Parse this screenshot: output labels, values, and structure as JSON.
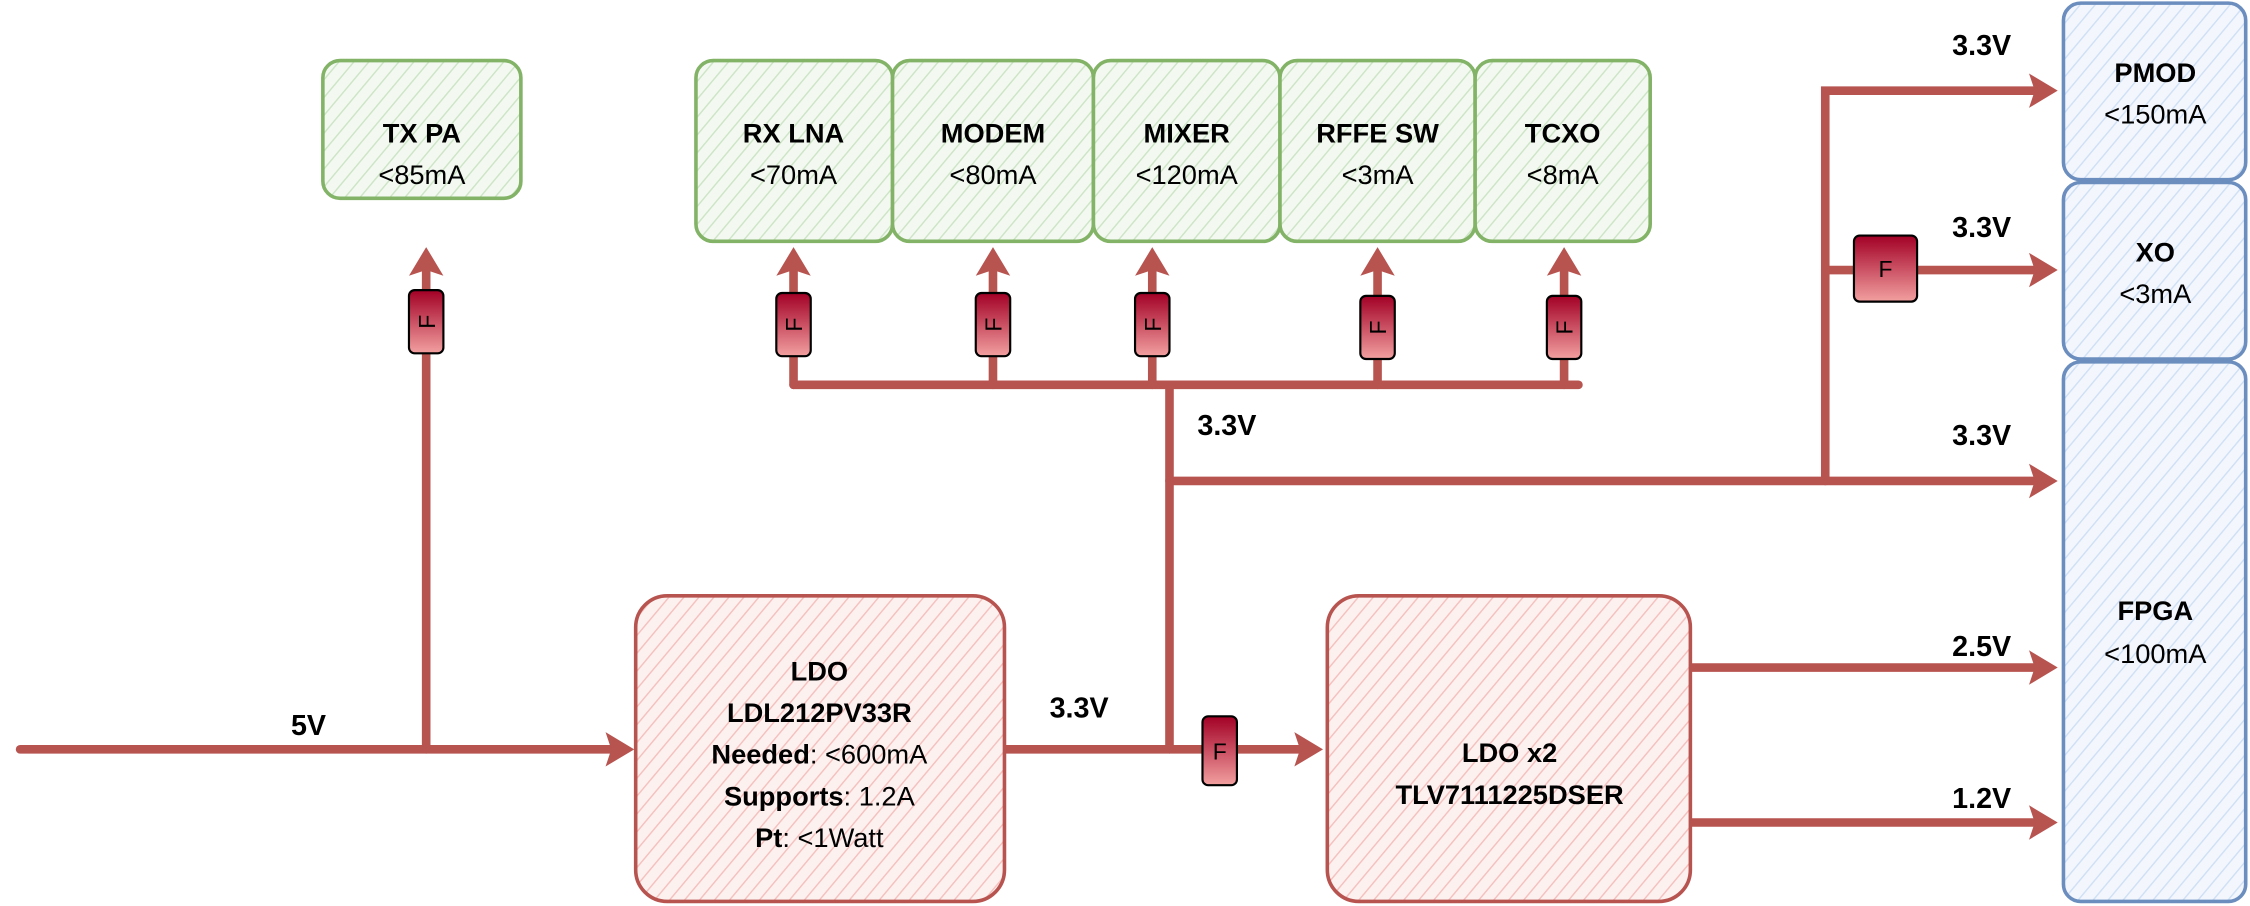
{
  "colors": {
    "wire": "#b85450",
    "consumer_fill": "#d5e8d4",
    "consumer_stroke": "#82b366",
    "regulator_fill": "#f8cecc",
    "regulator_stroke": "#b85450",
    "fpga_fill": "#dae8fc",
    "fpga_stroke": "#6c8ebf",
    "fuse": "#a20025"
  },
  "fuse_label": "F",
  "consumers": [
    {
      "name": "TX PA",
      "current": "<85mA"
    },
    {
      "name": "RX LNA",
      "current": "<70mA"
    },
    {
      "name": "MODEM",
      "current": "<80mA"
    },
    {
      "name": "MIXER",
      "current": "<120mA"
    },
    {
      "name": "RFFE SW",
      "current": "<3mA"
    },
    {
      "name": "TCXO",
      "current": "<8mA"
    }
  ],
  "fpga_side": [
    {
      "name": "PMOD",
      "current": "<150mA"
    },
    {
      "name": "XO",
      "current": "<3mA"
    },
    {
      "name": "FPGA",
      "current": "<100mA"
    }
  ],
  "ldo1": {
    "title": "LDO",
    "part": "LDL212PV33R",
    "needed_label": "Needed",
    "needed": ": <600mA",
    "supports_label": "Supports",
    "supports": ": 1.2A",
    "pt_label": "Pt",
    "pt": ": <1Watt"
  },
  "ldo2": {
    "title": "LDO x2",
    "part": "TLV7111225DSER"
  },
  "rails": {
    "input": "5V",
    "ldo_out": "3.3V",
    "rf_bus": "3.3V",
    "pmod": "3.3V",
    "xo": "3.3V",
    "fpga_33": "3.3V",
    "fpga_25": "2.5V",
    "fpga_12": "1.2V"
  }
}
